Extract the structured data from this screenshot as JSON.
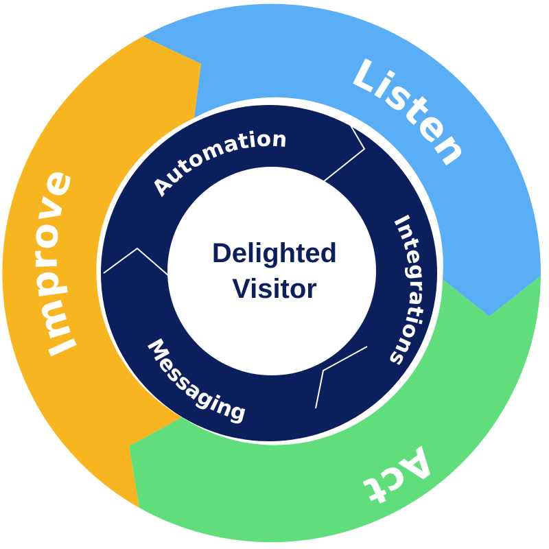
{
  "colors": {
    "listen": "#5AAEF6",
    "act": "#60DE7B",
    "improve": "#F7B520",
    "inner_ring": "#0B1F5C",
    "center_fill": "#FFFFFF",
    "text_light": "#FFFFFF",
    "text_dark": "#0B1F5C"
  },
  "outer_ring": {
    "listen": "Listen",
    "act": "Act",
    "improve": "Improve"
  },
  "inner_ring": {
    "automation": "Automation",
    "integrations": "Integrations",
    "messaging": "Messaging"
  },
  "center": {
    "line1": "Delighted",
    "line2": "Visitor"
  }
}
